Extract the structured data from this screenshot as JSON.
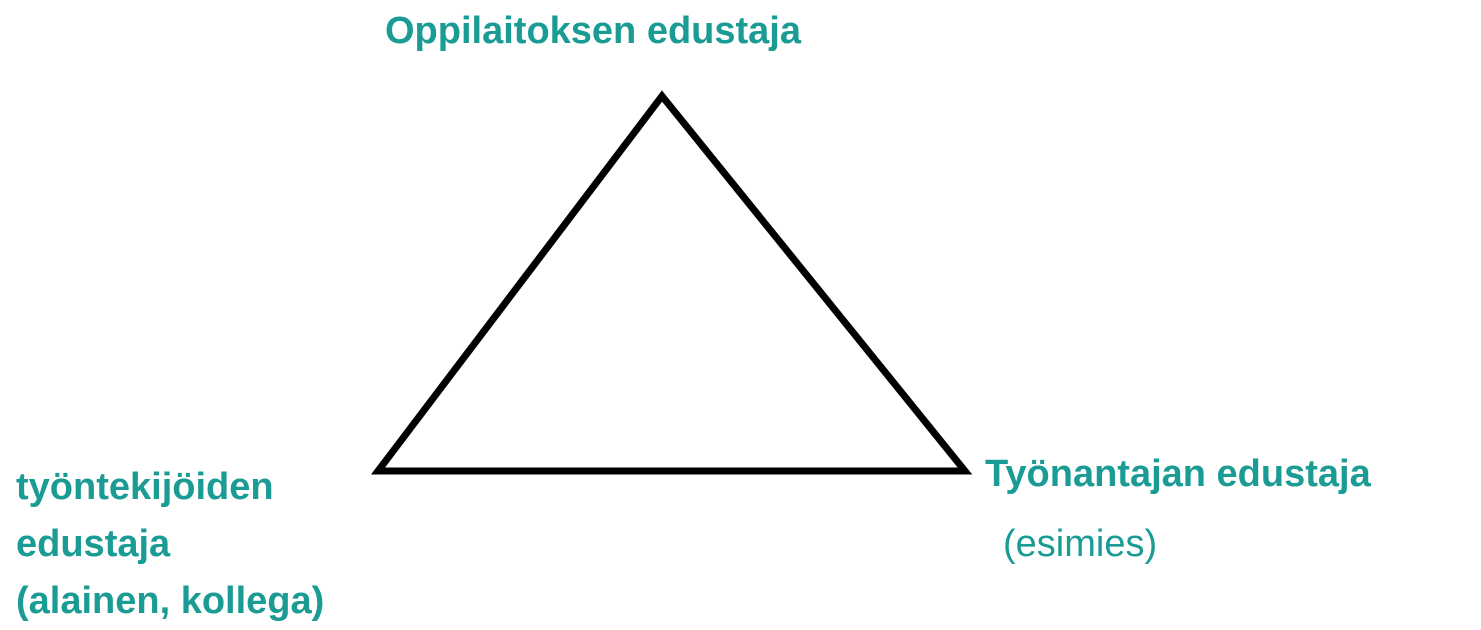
{
  "colors": {
    "text": "#1a9c94",
    "stroke": "#000000"
  },
  "nodes": {
    "top": {
      "label": "Oppilaitoksen edustaja"
    },
    "right": {
      "label": "Työnantajan edustaja",
      "sublabel": "(esimies)"
    },
    "left": {
      "line1": "työntekijöiden",
      "line2": "edustaja",
      "line3": "(alainen, kollega)"
    }
  }
}
